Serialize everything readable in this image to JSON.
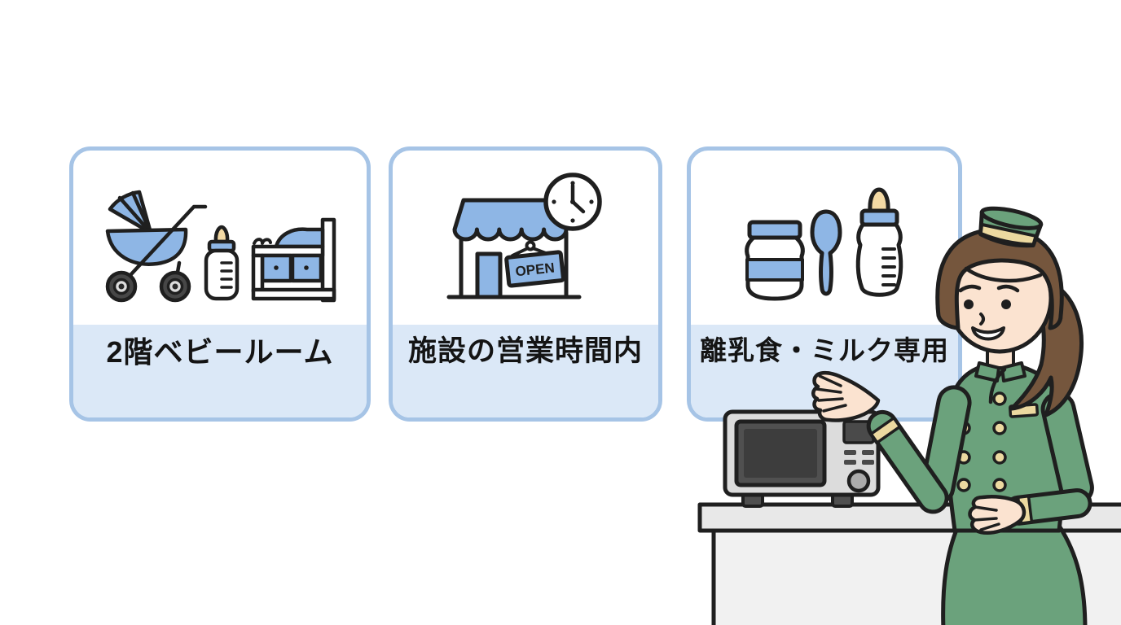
{
  "scene": {
    "description": "Baby room facility information panels with staff attendant illustration",
    "background_color": "#ffffff"
  },
  "cards": [
    {
      "label": "2階ベビールーム",
      "icons": [
        "pram-icon",
        "baby-bottle-icon",
        "changing-table-icon"
      ],
      "band_color": "#dbe8f7",
      "border_color": "#a6c4e6"
    },
    {
      "label": "施設の営業時間内",
      "icons": [
        "storefront-icon",
        "open-sign",
        "clock-icon"
      ],
      "open_sign": "OPEN",
      "band_color": "#dbe8f7",
      "border_color": "#a6c4e6"
    },
    {
      "label": "離乳食・ミルク専用",
      "icons": [
        "baby-food-jar-icon",
        "spoon-icon",
        "baby-bottle-icon"
      ],
      "band_color": "#dbe8f7",
      "border_color": "#a6c4e6"
    }
  ],
  "illustration": {
    "staff_member": "female-attendant-green-uniform-pillbox-hat",
    "objects": [
      "microwave-oven",
      "kitchen-counter"
    ],
    "colors": {
      "icon_blue": "#8eb6e5",
      "outline": "#1f1f1f",
      "uniform_green": "#6ba27c",
      "accent_cream": "#ecd9a0",
      "hair_brown": "#75563d",
      "skin": "#fbe3d0",
      "microwave_gray": "#dcdcdc",
      "counter_gray": "#eeeeee"
    }
  }
}
